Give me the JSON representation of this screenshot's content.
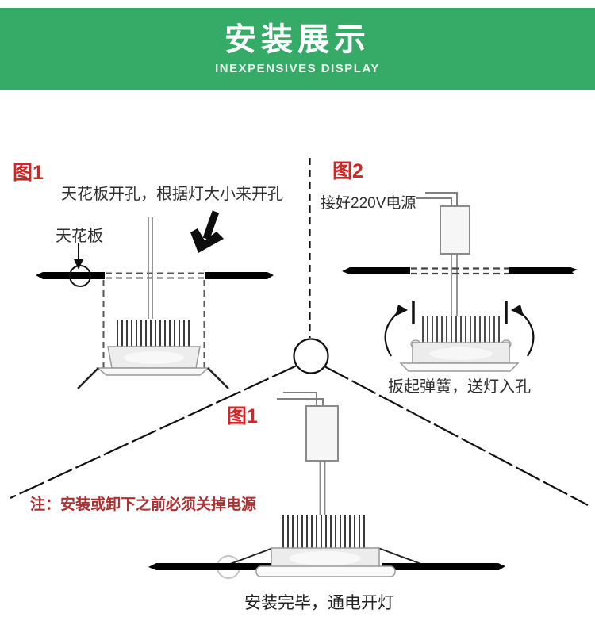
{
  "header": {
    "title": "安装展示",
    "subtitle": "INEXPENSIVES DISPLAY",
    "bg_color": "#36ab68",
    "text_color": "#ffffff"
  },
  "figures": {
    "fig1": {
      "label": "图1",
      "caption": "天花板开孔，根据灯大小来开孔",
      "ceiling_label": "天花板"
    },
    "fig2": {
      "label": "图2",
      "caption_top": "接好220V电源",
      "caption_bottom": "扳起弹簧，送灯入孔"
    },
    "fig3": {
      "label": "图1",
      "caption": "安装完毕，通电开灯"
    }
  },
  "note": {
    "text": "注：安装或卸下之前必须关掉电源"
  },
  "colors": {
    "label_red": "#d32525",
    "note_red": "#ad2f2f",
    "line_black": "#111111",
    "wire_gray": "#8a8a8a"
  }
}
